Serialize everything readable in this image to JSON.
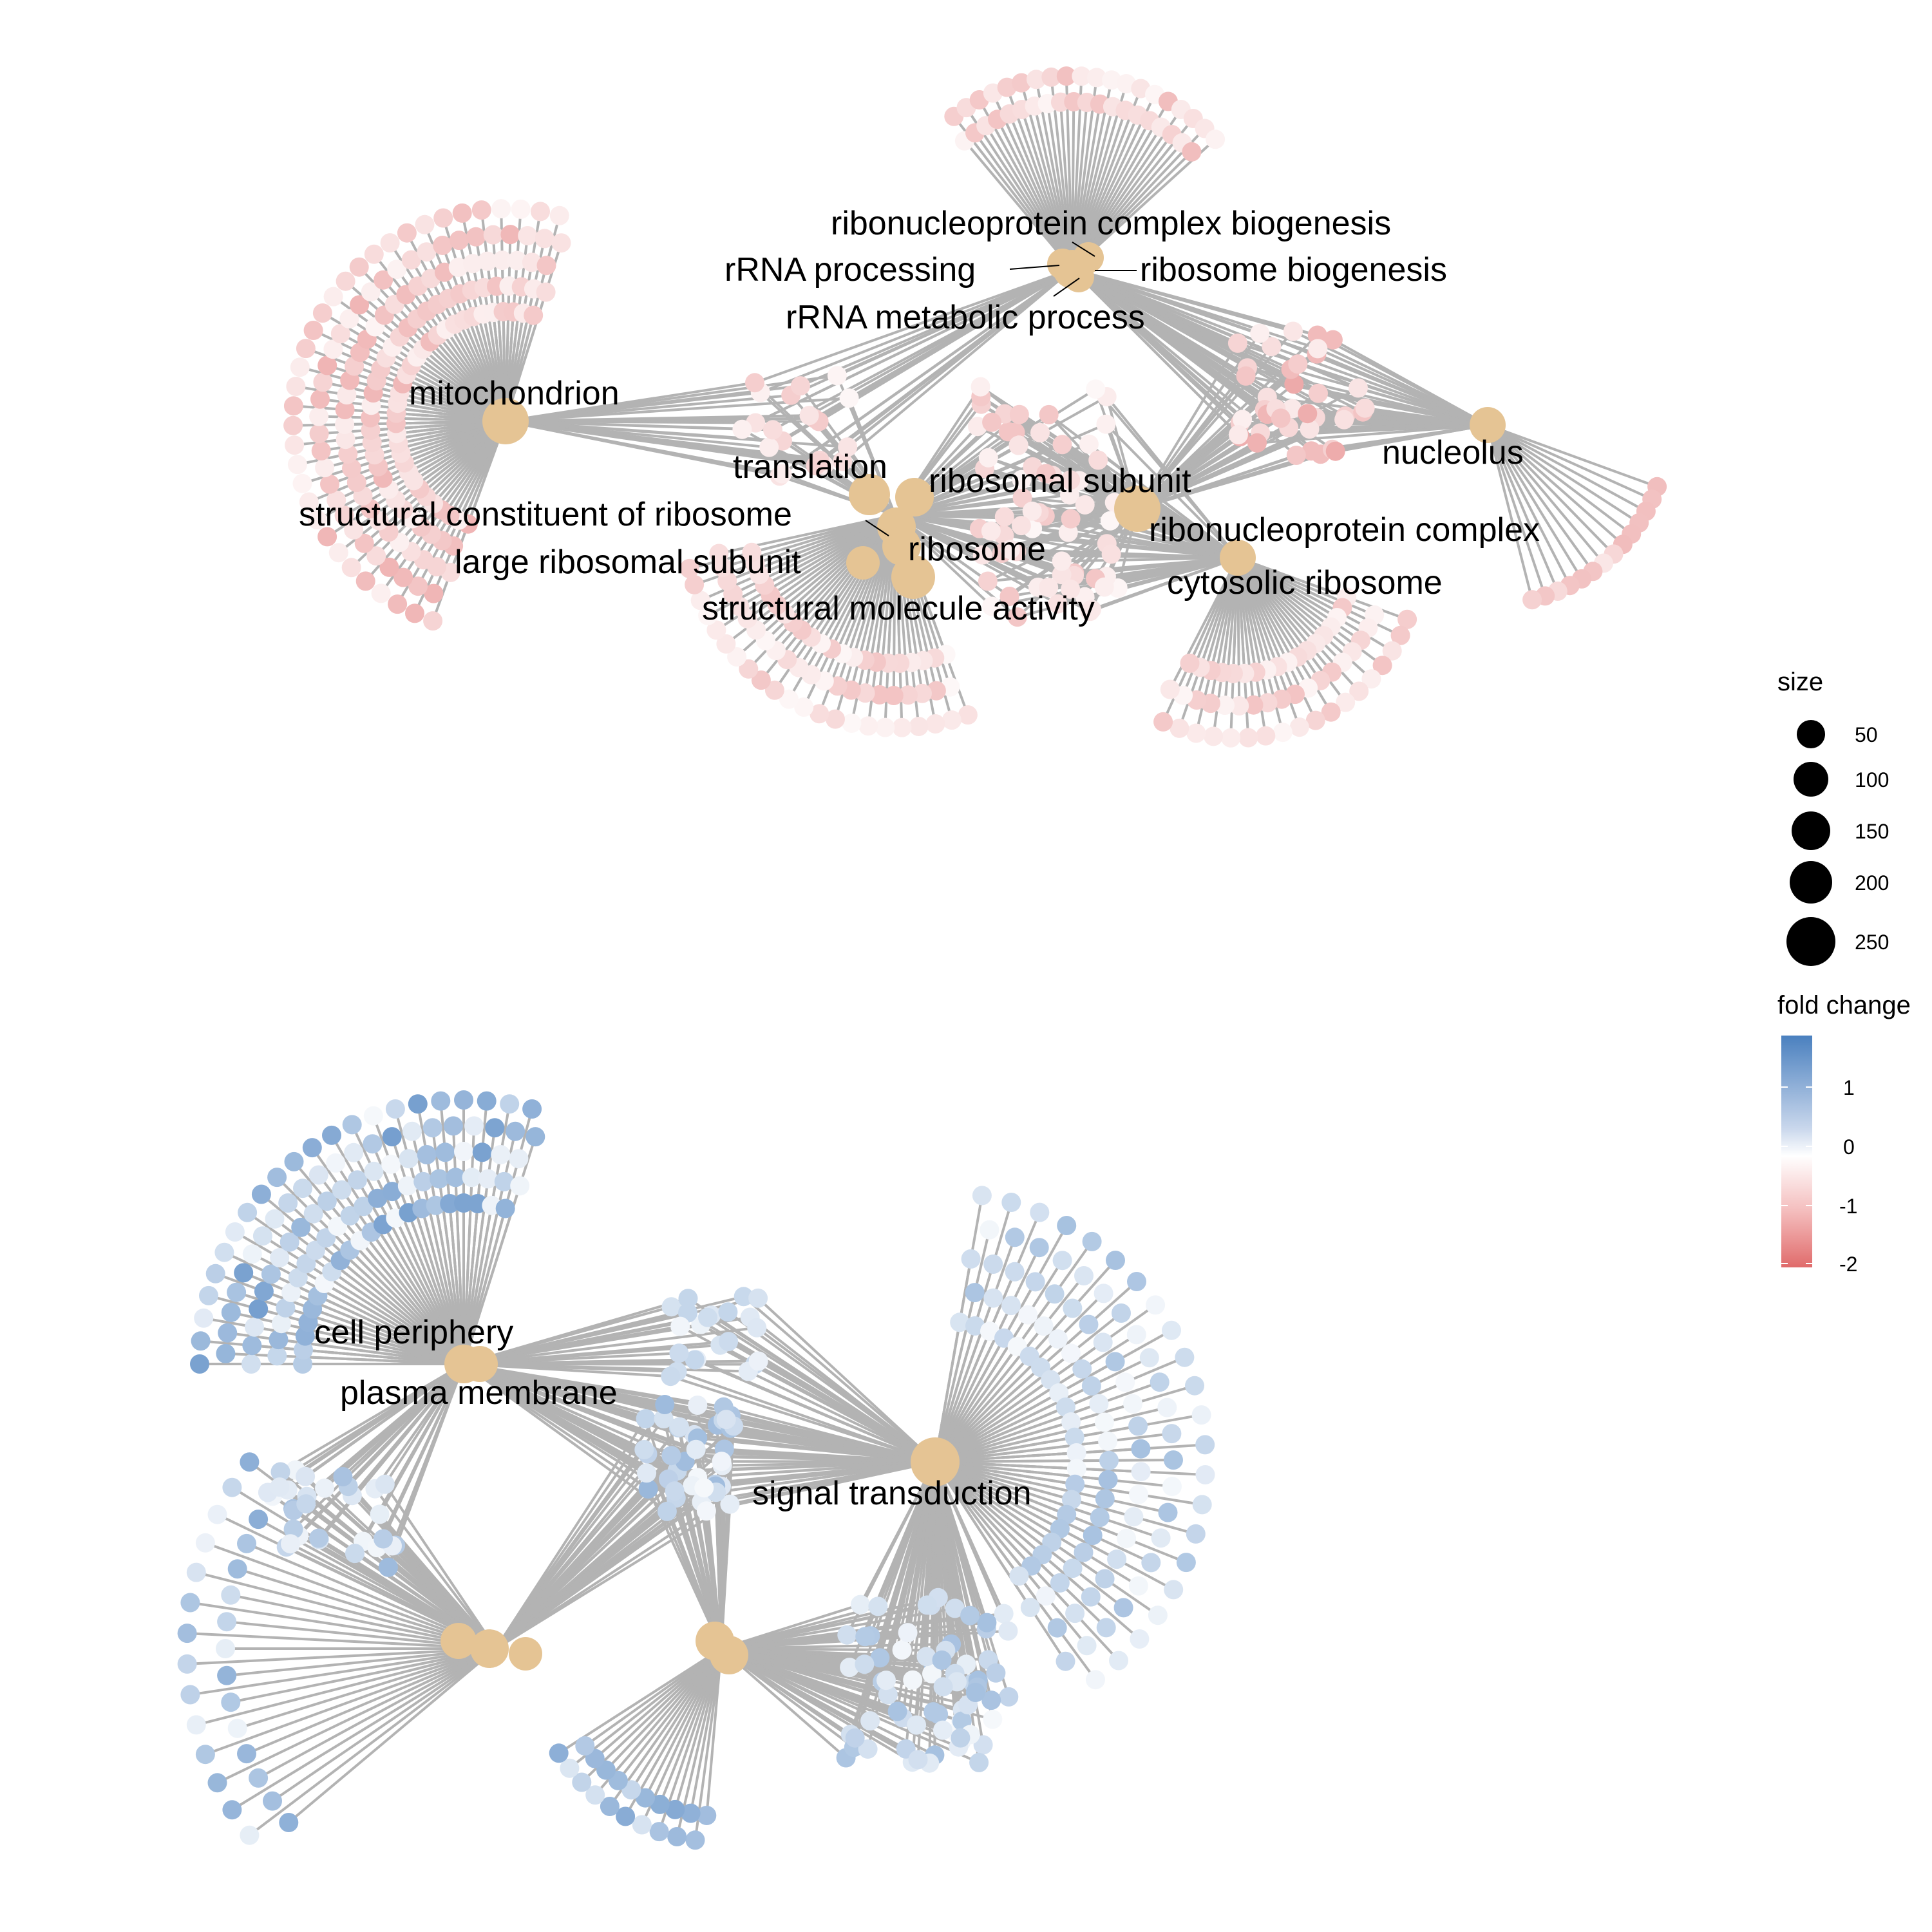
{
  "colors": {
    "edge": "#b3b3b3",
    "term_node": "#e5c494",
    "high": "#4a80bf",
    "mid": "#ffffff",
    "low": "#e06b6b"
  },
  "network": {
    "terms_top": [
      "ribonucleoprotein complex biogenesis",
      "rRNA processing",
      "ribosome biogenesis",
      "rRNA metabolic process",
      "mitochondrion",
      "nucleolus",
      "translation",
      "ribosomal subunit",
      "structural constituent of ribosome",
      "ribosome",
      "ribonucleoprotein complex",
      "large ribosomal subunit",
      "cytosolic ribosome",
      "structural molecule activity"
    ],
    "terms_bottom": [
      "cell periphery",
      "plasma membrane",
      "signal transduction"
    ]
  },
  "legend": {
    "size": {
      "title": "size",
      "items": [
        {
          "label": "50",
          "value": 50
        },
        {
          "label": "100",
          "value": 100
        },
        {
          "label": "150",
          "value": 150
        },
        {
          "label": "200",
          "value": 200
        },
        {
          "label": "250",
          "value": 250
        }
      ]
    },
    "fold_change": {
      "title": "fold change",
      "ticks": [
        "1",
        "0",
        "-1",
        "-2"
      ],
      "range": [
        -2,
        1.8
      ]
    }
  }
}
